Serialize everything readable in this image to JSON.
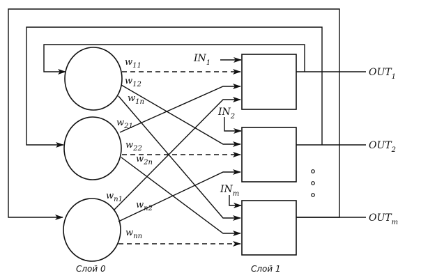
{
  "diagram": {
    "layers": {
      "layer0": "Слой 0",
      "layer1": "Слой 1"
    },
    "weights": {
      "w11": {
        "base": "w",
        "sub": "11"
      },
      "w12": {
        "base": "w",
        "sub": "12"
      },
      "w1n": {
        "base": "w",
        "sub": "1n"
      },
      "w21": {
        "base": "w",
        "sub": "21"
      },
      "w22": {
        "base": "w",
        "sub": "22"
      },
      "w2n": {
        "base": "w",
        "sub": "2n"
      },
      "wn1": {
        "base": "w",
        "sub": "n1"
      },
      "wn2": {
        "base": "w",
        "sub": "n2"
      },
      "wnn": {
        "base": "w",
        "sub": "nn"
      }
    },
    "inputs": {
      "in1": {
        "base": "IN",
        "sub": "1"
      },
      "in2": {
        "base": "IN",
        "sub": "2"
      },
      "inm": {
        "base": "IN",
        "sub": "m"
      }
    },
    "outputs": {
      "out1": {
        "base": "OUT",
        "sub": "1"
      },
      "out2": {
        "base": "OUT",
        "sub": "2"
      },
      "outm": {
        "base": "OUT",
        "sub": "m"
      }
    },
    "colors": {
      "line": "#111111",
      "background": "#ffffff"
    }
  }
}
